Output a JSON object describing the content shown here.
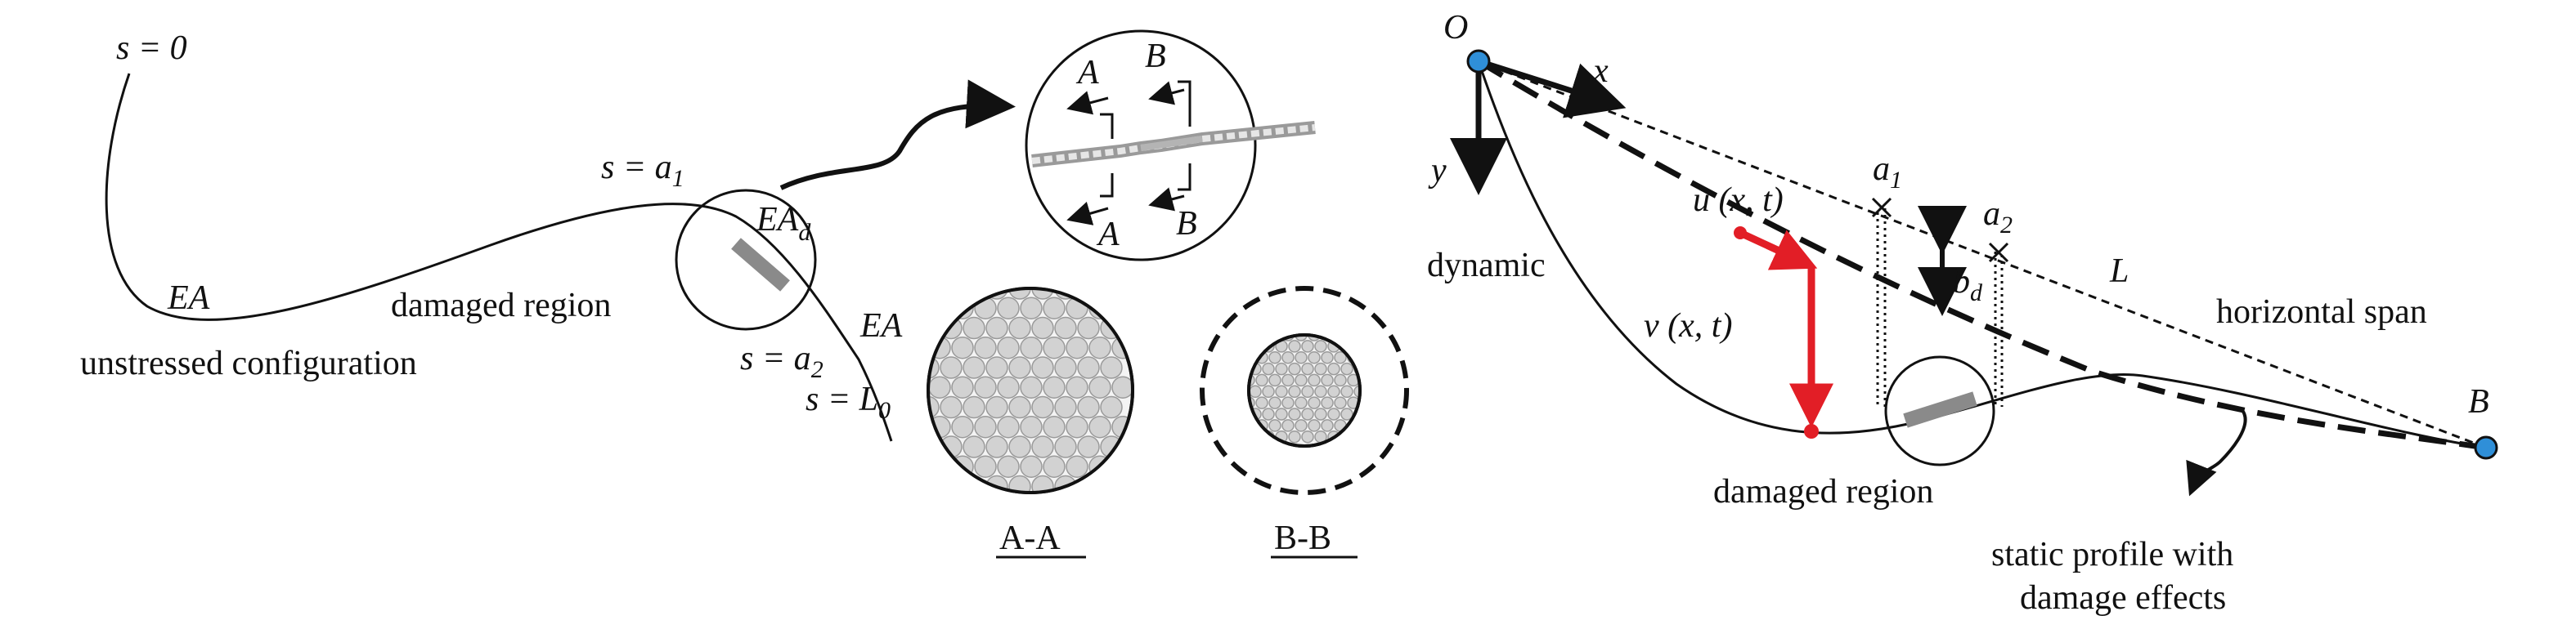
{
  "colors": {
    "ink": "#111111",
    "highlight": "#e21e26",
    "node": "#2f8fd8",
    "damage_band": "#8a8a8a",
    "wire_fill": "#d2d2d2",
    "wire_edge": "#9a9a9a"
  },
  "icons": [
    "arrow-head-icon",
    "node-circle-icon",
    "cross-section-circle-icon",
    "cut-mark-icon"
  ],
  "left_panel": {
    "s0": "s = 0",
    "s_a1_main": "s = a",
    "s_a1_sub": "1",
    "s_a2_main": "s = a",
    "s_a2_sub": "2",
    "s_L0_main": "s = L",
    "s_L0_sub": "0",
    "ea_left": "EA",
    "ea_right": "EA",
    "ead_main": "EA",
    "ead_sub": "d",
    "damaged_region": "damaged region",
    "unstressed": "unstressed configuration",
    "cut_a_top": "A",
    "cut_b_top": "B",
    "cut_a_bot": "A",
    "cut_b_bot": "B",
    "section_aa": "A-A",
    "section_bb": "B-B"
  },
  "right_panel": {
    "origin": "O",
    "x_axis": "x",
    "y_axis": "y",
    "end_node": "B",
    "a1_main": "a",
    "a1_sub": "1",
    "a2_main": "a",
    "a2_sub": "2",
    "span_L": "L",
    "horizontal_span": "horizontal span",
    "bd_main": "b",
    "bd_sub": "d",
    "u_label": "u (x, t)",
    "v_label": "v (x, t)",
    "dynamic": "dynamic",
    "damaged_region": "damaged region",
    "static_line1": "static profile with",
    "static_line2": "damage effects"
  }
}
